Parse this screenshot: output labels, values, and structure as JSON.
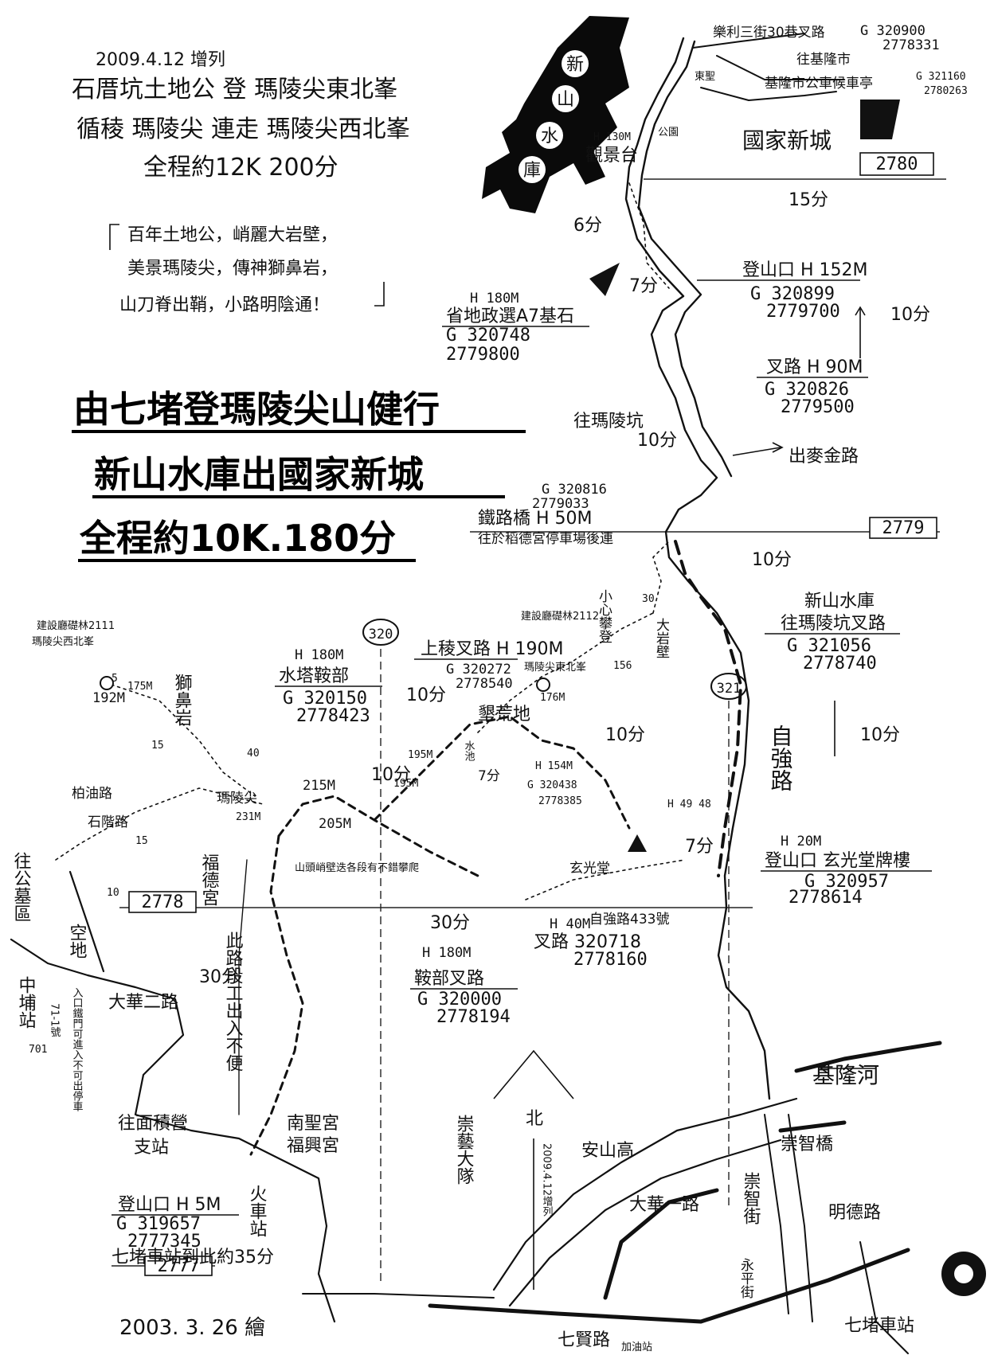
{
  "header": {
    "date_note": "2009.4.12 增列",
    "route_line1": "石厝坑土地公 登 瑪陵尖東北峯",
    "route_line2": "循稜 瑪陵尖 連走 瑪陵尖西北峯",
    "route_line3": "全程約12K 200分"
  },
  "highlights": {
    "line1": "百年土地公，峭麗大岩壁，",
    "line2": "美景瑪陵尖，傳神獅鼻岩，",
    "line3": "山刀脊出鞘，小路明陰通！"
  },
  "title": {
    "line1": "由七堵登瑪陵尖山健行",
    "line2": "新山水庫出國家新城",
    "line3": "全程約10K.180分"
  },
  "reservoir": {
    "c1": "新",
    "c2": "山",
    "c3": "水",
    "c4": "庫"
  },
  "grid": {
    "g2780": "2780",
    "g2779": "2779",
    "g2778": "2778",
    "g2777": "2777",
    "g320": "320",
    "g321": "321"
  },
  "places": {
    "top_junction": "樂利三街30巷叉路",
    "top_junction_g1": "G 320900",
    "top_junction_g2": "2778331",
    "to_keelung": "往基隆市",
    "bus_stop": "基隆市公車候車亭",
    "bus_g1": "G 321160",
    "bus_g2": "2780263",
    "new_city": "國家新城",
    "park": "公園",
    "lot_label": "東聖",
    "viewpoint_h": "H 130M",
    "viewpoint": "觀景台",
    "trailhead_n_h": "登山口 H 152M",
    "trailhead_n_g1": "G 320899",
    "trailhead_n_g2": "2779700",
    "benchmark_h": "H 180M",
    "benchmark": "省地政選A7基石",
    "benchmark_g1": "G 320748",
    "benchmark_g2": "2779800",
    "fork90": "叉路 H 90M",
    "fork90_g1": "G 320826",
    "fork90_g2": "2779500",
    "to_slope": "往瑪陵坑",
    "to_main_road": "出麥金路",
    "bridge_g1": "G 320816",
    "bridge_g2": "2779033",
    "bridge": "鐵路橋 H 50M",
    "bridge_note": "往於稻德宮停車場後連",
    "fork_new": "新山水庫",
    "fork_new2": "往瑪陵坑叉路",
    "fork_new_g1": "G 321056",
    "fork_new_g2": "2778740",
    "ziqiang": "自強路",
    "trailhead_s_h": "H 20M",
    "trailhead_s": "登山口 玄光堂牌樓",
    "trailhead_s_g1": "G 320957",
    "trailhead_s_g2": "2778614",
    "xuanguang": "玄光堂",
    "fork40_h": "H 40M",
    "fork40_addr": "自強路433號",
    "fork40": "叉路 320718",
    "fork40_g2": "2778160",
    "tower_h": "H 180M",
    "tower": "水塔鞍部",
    "tower_g1": "G 320150",
    "tower_g2": "2778423",
    "upper_fork": "上稜叉路 H 190M",
    "upper_fork_g1": "G 320272",
    "upper_fork_g2": "2778540",
    "peak_ne": "瑪陵尖東北峯",
    "peak_ne_h": "176M",
    "peak_ne_sign": "建設廳礎林2112",
    "peak_nw": "瑪陵尖西北峯",
    "peak_nw_sign": "建設廳礎林2111",
    "peak_nw_h": "192M",
    "lion_rock": "獅鼻岩",
    "cliff": "大岩壁",
    "caution": "小心攀登",
    "wasteland": "墾荒地",
    "pool": "水池",
    "marker_h": "H 154M",
    "marker_g": "G 320438",
    "marker_g2": "2778385",
    "mailing_peak": "瑪陵尖",
    "mailing_h": "231M",
    "h215": "215M",
    "h205": "205M",
    "h195a": "195M",
    "h195b": "195M",
    "h4948": "H 49 48",
    "ridge_note": "山頭峭壁迭各段有不錯攀爬",
    "xpath_note": "此路段工出入不便",
    "saddle_h": "H 180M",
    "saddle": "鞍部叉路",
    "saddle_g1": "G 320000",
    "saddle_g2": "2778194",
    "stone_path": "石階路",
    "grass_path": "柏油路",
    "hall": "福德宮",
    "cemetery": "往公墓區",
    "open_land": "空地",
    "zhongpu": "中埔站",
    "dahua_road": "大華二路",
    "gate_note": "入口鐵門可進入不可出停車",
    "zhongpu_no": "71-1號",
    "zhongpu_no2": "701",
    "to_camp": "往面積營",
    "camp2": "支站",
    "train_station": "火車站",
    "nansheng": "南聖宮",
    "fuxing": "福興宮",
    "trailhead_h": "登山口 H 5M",
    "trailhead_g1": "G 319657",
    "trailhead_g2": "2777345",
    "walk_note": "七堵車站到此約35分",
    "keelung_river": "基隆河",
    "chongzhi_bridge": "崇智橋",
    "chongzhi_st": "崇智街",
    "mingzhi_rd": "明德路",
    "anshan": "安山高",
    "dahua1": "大華一路",
    "army": "崇藝大隊",
    "north": "北",
    "north_date": "2009.4.12增列",
    "qidu_station": "七堵車站",
    "qidu_hall": "七賢路",
    "gas": "加油站",
    "yongping": "永平街",
    "draw_date": "2003. 3. 26 繪"
  },
  "times": {
    "t15": "15分",
    "t6": "6分",
    "t7": "7分",
    "t10a": "10分",
    "t10b": "10分",
    "t10c": "10分",
    "t10d": "10分",
    "t10e": "10分",
    "t10f": "10分",
    "t10g": "10分",
    "t7b": "7分",
    "t7c": "7分",
    "t30a": "30分",
    "t30b": "30分",
    "n5": "5",
    "n15": "15",
    "n40": "40",
    "n15b": "15",
    "n10": "10",
    "n156": "156",
    "n30": "30",
    "n175": "175M"
  },
  "colors": {
    "ink": "#111111",
    "paper": "#ffffff"
  }
}
